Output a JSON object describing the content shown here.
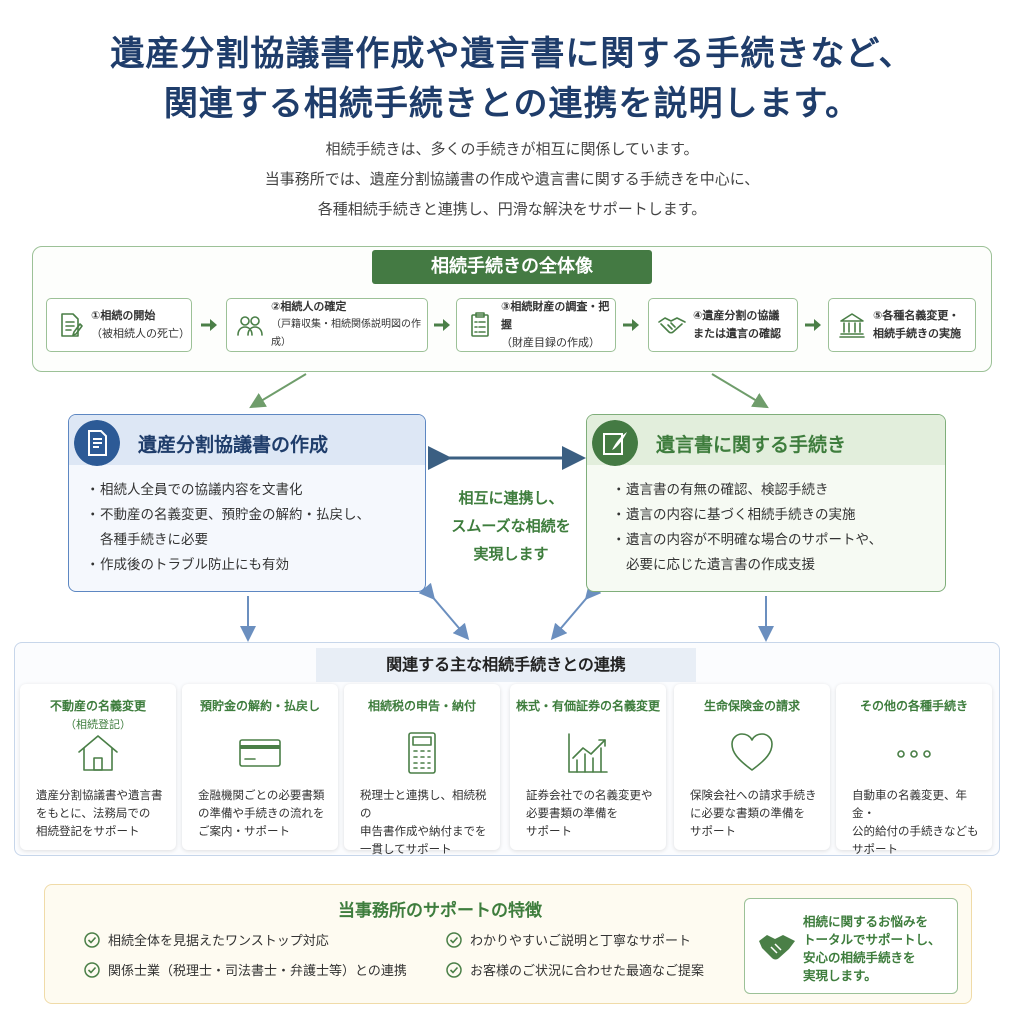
{
  "title": {
    "line1": "遺産分割協議書作成や遺言書に関する手続きなど、",
    "line2": "関連する相続手続きとの連携を説明します。"
  },
  "intro": [
    "相続手続きは、多くの手続きが相互に関係しています。",
    "当事務所では、遺産分割協議書の作成や遺言書に関する手続きを中心に、",
    "各種相続手続きと連携し、円滑な解決をサポートします。"
  ],
  "flow": {
    "header": "相続手続きの全体像",
    "steps": [
      {
        "line1": "①相続の開始",
        "line2": "（被相続人の死亡）",
        "icon": "document-pen-icon"
      },
      {
        "line1": "②相続人の確定",
        "line2": "（戸籍収集・相続関係説明図の作成）",
        "icon": "people-icon"
      },
      {
        "line1": "③相続財産の調査・把握",
        "line2": "（財産目録の作成）",
        "icon": "clipboard-icon"
      },
      {
        "line1": "④遺産分割の協議",
        "line2": "または遺言の確認",
        "icon": "handshake-icon"
      },
      {
        "line1": "⑤各種名義変更・",
        "line2": "相続手続きの実施",
        "icon": "bank-icon"
      }
    ]
  },
  "left_box": {
    "title": "遺産分割協議書の作成",
    "bullets": [
      "相続人全員での協議内容を文書化",
      "不動産の名義変更、預貯金の解約・払戻し、",
      "各種手続きに必要",
      "作成後のトラブル防止にも有効"
    ]
  },
  "right_box": {
    "title": "遺言書に関する手続き",
    "bullets": [
      "遺言書の有無の確認、検認手続き",
      "遺言の内容に基づく相続手続きの実施",
      "遺言の内容が不明確な場合のサポートや、",
      "必要に応じた遺言書の作成支援"
    ]
  },
  "center": {
    "line1": "相互に連携し、",
    "line2": "スムーズな相続を",
    "line3": "実現します"
  },
  "related": {
    "header": "関連する主な相続手続きとの連携",
    "cards": [
      {
        "title": "不動産の名義変更",
        "sub": "（相続登記）",
        "desc": [
          "遺産分割協議書や遺言書",
          "をもとに、法務局での",
          "相続登記をサポート"
        ]
      },
      {
        "title": "預貯金の解約・払戻し",
        "sub": "",
        "desc": [
          "金融機関ごとの必要書類",
          "の準備や手続きの流れを",
          "ご案内・サポート"
        ]
      },
      {
        "title": "相続税の申告・納付",
        "sub": "",
        "desc": [
          "税理士と連携し、相続税の",
          "申告書作成や納付までを",
          "一貫してサポート"
        ]
      },
      {
        "title": "株式・有価証券の名義変更",
        "sub": "",
        "desc": [
          "証券会社での名義変更や",
          "必要書類の準備を",
          "サポート"
        ]
      },
      {
        "title": "生命保険金の請求",
        "sub": "",
        "desc": [
          "保険会社への請求手続き",
          "に必要な書類の準備を",
          "サポート"
        ]
      },
      {
        "title": "その他の各種手続き",
        "sub": "",
        "desc": [
          "自動車の名義変更、年金・",
          "公的給付の手続きなども",
          "サポート"
        ]
      }
    ]
  },
  "support": {
    "title": "当事務所のサポートの特徴",
    "items": [
      "相続全体を見据えたワンストップ対応",
      "わかりやすいご説明と丁寧なサポート",
      "関係士業（税理士・司法書士・弁護士等）との連携",
      "お客様のご状況に合わせた最適なご提案"
    ],
    "box": [
      "相続に関するお悩みを",
      "トータルでサポートし、",
      "安心の相続手続きを",
      "実現します。"
    ]
  },
  "colors": {
    "navy": "#1f3d6b",
    "green": "#447a43",
    "blue_border": "#5d87c2",
    "green_border": "#9cc197"
  }
}
